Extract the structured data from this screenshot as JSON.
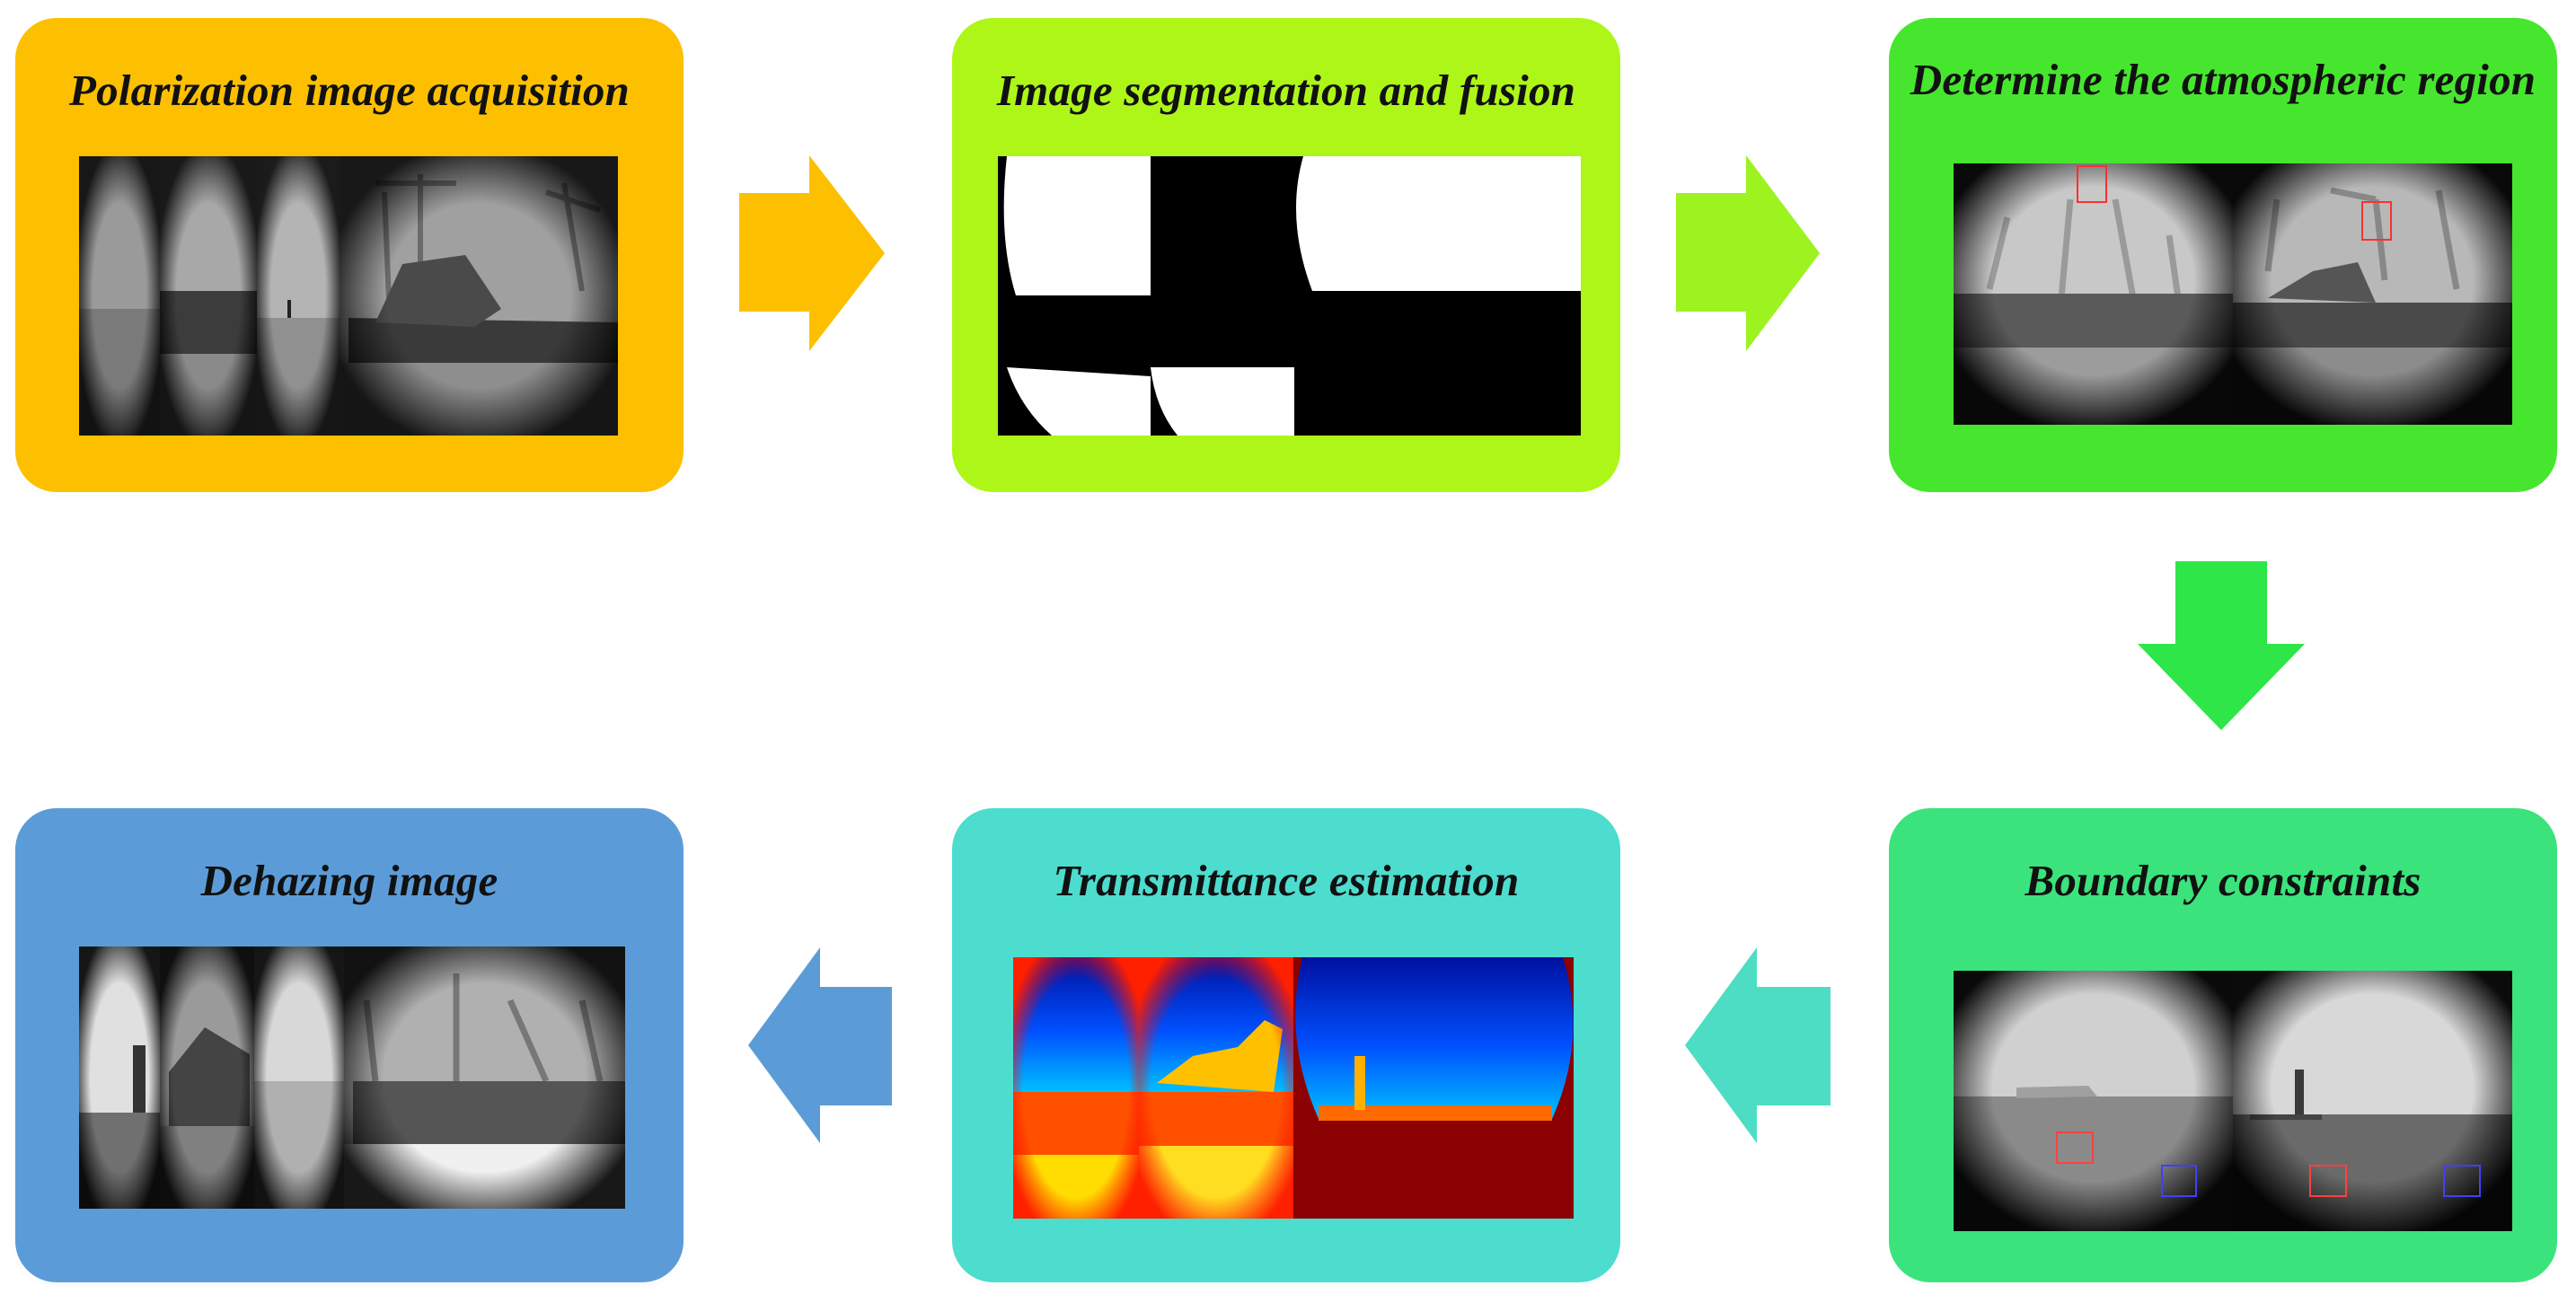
{
  "steps": [
    {
      "id": "acquisition",
      "title": "Polarization image acquisition",
      "color": "#FDC000"
    },
    {
      "id": "segmentation",
      "title": "Image segmentation and fusion",
      "color": "#ADF618"
    },
    {
      "id": "atmospheric",
      "title": "Determine the atmospheric region",
      "color": "#46E62E"
    },
    {
      "id": "boundary",
      "title": "Boundary constraints",
      "color": "#3BE37C"
    },
    {
      "id": "transmittance",
      "title": "Transmittance estimation",
      "color": "#4CDDCF"
    },
    {
      "id": "dehazing",
      "title": "Dehazing image",
      "color": "#5B9CD8"
    }
  ],
  "arrows": [
    {
      "from": "acquisition",
      "to": "segmentation",
      "direction": "right",
      "color": "#FDC000"
    },
    {
      "from": "segmentation",
      "to": "atmospheric",
      "direction": "right",
      "color": "#9CF31F"
    },
    {
      "from": "atmospheric",
      "to": "boundary",
      "direction": "down",
      "color": "#2EE647"
    },
    {
      "from": "boundary",
      "to": "transmittance",
      "direction": "left",
      "color": "#4CDDC4"
    },
    {
      "from": "transmittance",
      "to": "dehazing",
      "direction": "left",
      "color": "#5B9CD8"
    }
  ]
}
